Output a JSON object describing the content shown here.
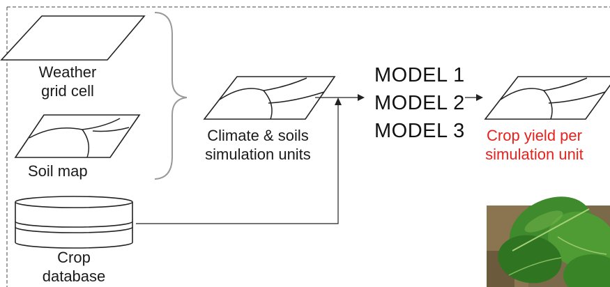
{
  "diagram": {
    "inputs": {
      "weather": {
        "line1": "Weather",
        "line2": "grid cell"
      },
      "soil": {
        "label": "Soil map"
      },
      "crop": {
        "line1": "Crop",
        "line2": "database"
      }
    },
    "units": {
      "line1": "Climate & soils",
      "line2": "simulation units"
    },
    "models": [
      "MODEL 1",
      "MODEL 2",
      "MODEL 3"
    ],
    "output": {
      "line1": "Crop yield per",
      "line2": "simulation unit",
      "color": "#e8211c"
    },
    "photo": {
      "subject": "green leaves"
    }
  }
}
